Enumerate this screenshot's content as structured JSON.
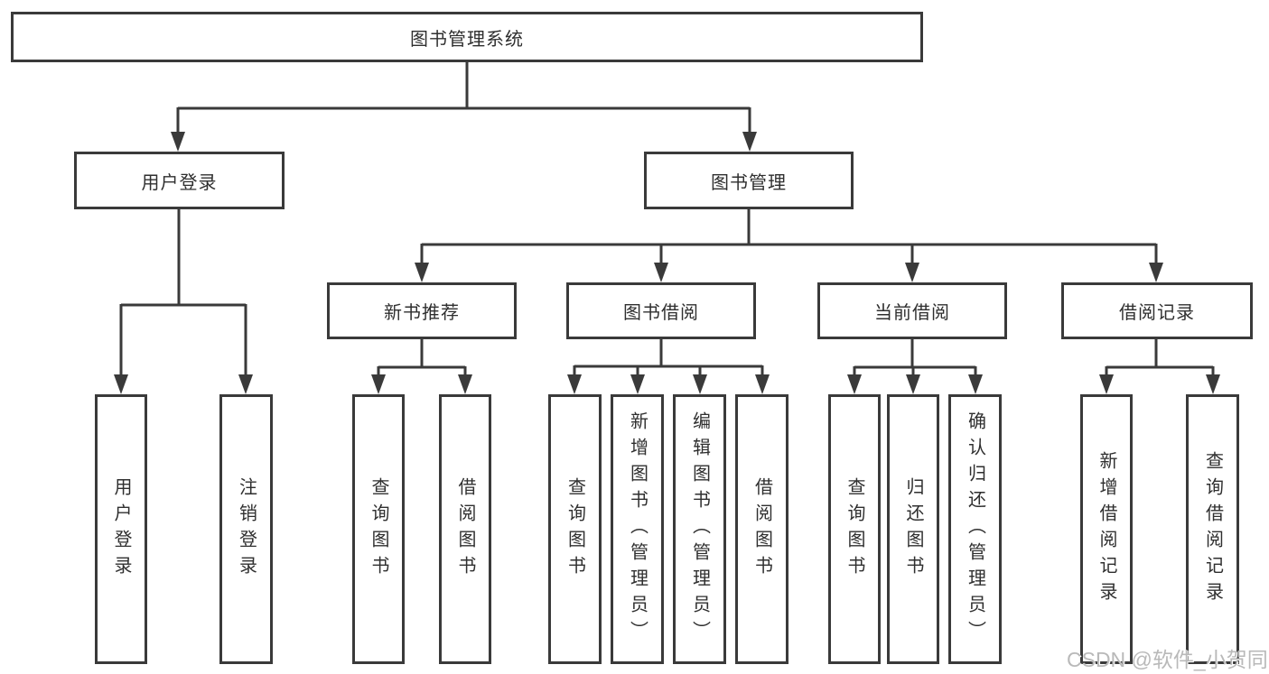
{
  "tree": {
    "root": "图书管理系统",
    "user": {
      "label": "用户登录",
      "children": [
        "用户登录",
        "注销登录"
      ]
    },
    "mgmt": {
      "label": "图书管理",
      "groups": [
        {
          "label": "新书推荐",
          "children": [
            "查询图书",
            "借阅图书"
          ]
        },
        {
          "label": "图书借阅",
          "children": [
            "查询图书",
            "新增图书（管理员）",
            "编辑图书（管理员）",
            "借阅图书"
          ]
        },
        {
          "label": "当前借阅",
          "children": [
            "查询图书",
            "归还图书",
            "确认归还（管理员）"
          ]
        },
        {
          "label": "借阅记录",
          "children": [
            "新增借阅记录",
            "查询借阅记录"
          ]
        }
      ]
    }
  },
  "watermark": "CSDN @软件_小贺同学",
  "colors": {
    "line": "#3a3a3a",
    "box_border": "#3a3a3a",
    "box_bg": "#ffffff",
    "text": "#2f2f2f",
    "watermark": "#b9b9b9"
  }
}
